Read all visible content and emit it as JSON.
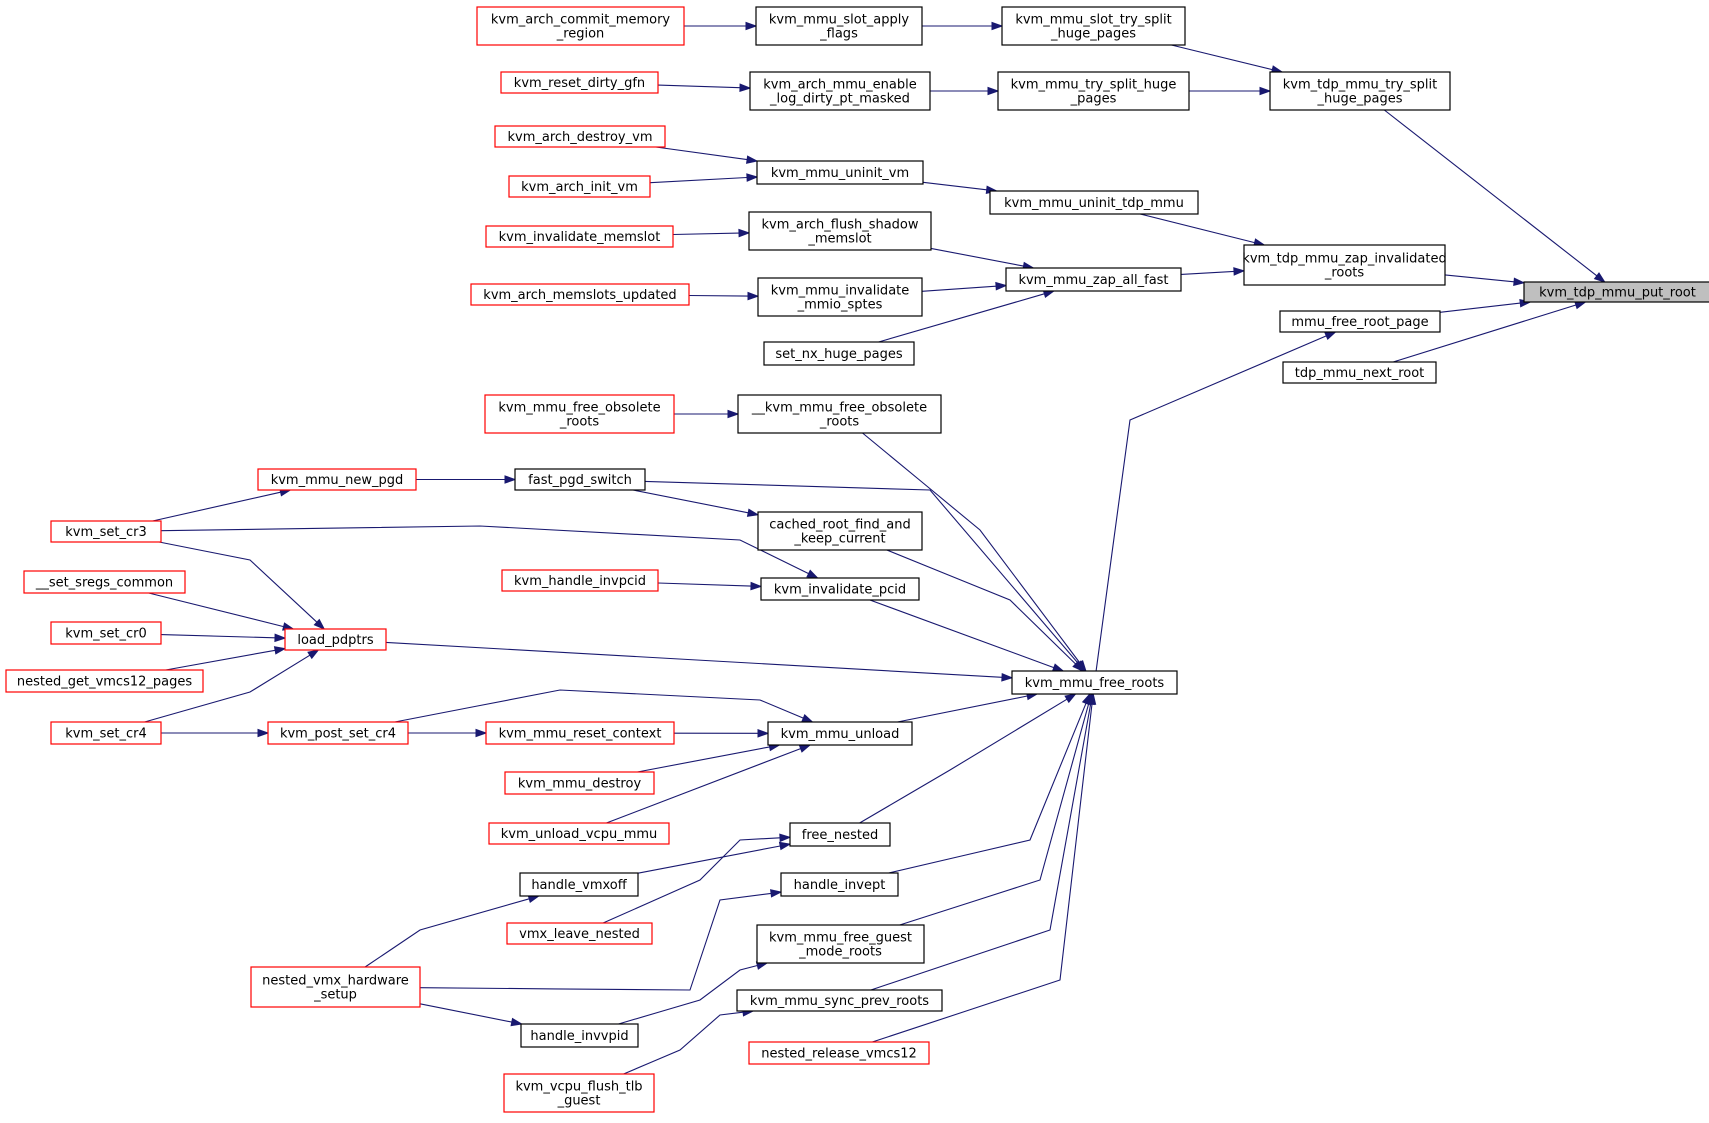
{
  "title": "kvm_tdp_mmu_put_root",
  "colors": {
    "edge": "#191970",
    "documented_border": "#000000",
    "undocumented_border": "#ff0000",
    "root_fill": "#bfbfbf",
    "node_fill": "#ffffff"
  },
  "nodes": {
    "put_root": {
      "lines": [
        "kvm_tdp_mmu_put_root"
      ],
      "kind": "root"
    },
    "tdp_split": {
      "lines": [
        "kvm_tdp_mmu_try_split",
        "_huge_pages"
      ],
      "kind": "black"
    },
    "zap_inv": {
      "lines": [
        "kvm_tdp_mmu_zap_invalidated",
        "_roots"
      ],
      "kind": "black"
    },
    "free_root_page": {
      "lines": [
        "mmu_free_root_page"
      ],
      "kind": "black"
    },
    "next_root": {
      "lines": [
        "tdp_mmu_next_root"
      ],
      "kind": "black"
    },
    "slot_try_split": {
      "lines": [
        "kvm_mmu_slot_try_split",
        "_huge_pages"
      ],
      "kind": "black"
    },
    "try_split": {
      "lines": [
        "kvm_mmu_try_split_huge",
        "_pages"
      ],
      "kind": "black"
    },
    "uninit_tdp": {
      "lines": [
        "kvm_mmu_uninit_tdp_mmu"
      ],
      "kind": "black"
    },
    "zap_all_fast": {
      "lines": [
        "kvm_mmu_zap_all_fast"
      ],
      "kind": "black"
    },
    "free_roots": {
      "lines": [
        "kvm_mmu_free_roots"
      ],
      "kind": "black"
    },
    "slot_apply": {
      "lines": [
        "kvm_mmu_slot_apply",
        "_flags"
      ],
      "kind": "black"
    },
    "enable_log": {
      "lines": [
        "kvm_arch_mmu_enable",
        "_log_dirty_pt_masked"
      ],
      "kind": "black"
    },
    "uninit_vm": {
      "lines": [
        "kvm_mmu_uninit_vm"
      ],
      "kind": "black"
    },
    "flush_shadow": {
      "lines": [
        "kvm_arch_flush_shadow",
        "_memslot"
      ],
      "kind": "black"
    },
    "inv_mmio": {
      "lines": [
        "kvm_mmu_invalidate",
        "_mmio_sptes"
      ],
      "kind": "black"
    },
    "set_nx": {
      "lines": [
        "set_nx_huge_pages"
      ],
      "kind": "black"
    },
    "free_obs_inner": {
      "lines": [
        "__kvm_mmu_free_obsolete",
        "_roots"
      ],
      "kind": "black"
    },
    "fast_pgd": {
      "lines": [
        "fast_pgd_switch"
      ],
      "kind": "black"
    },
    "cached_root": {
      "lines": [
        "cached_root_find_and",
        "_keep_current"
      ],
      "kind": "black"
    },
    "inv_pcid": {
      "lines": [
        "kvm_invalidate_pcid"
      ],
      "kind": "black"
    },
    "unload": {
      "lines": [
        "kvm_mmu_unload"
      ],
      "kind": "black"
    },
    "free_nested": {
      "lines": [
        "free_nested"
      ],
      "kind": "black"
    },
    "handle_invept": {
      "lines": [
        "handle_invept"
      ],
      "kind": "black"
    },
    "free_guest": {
      "lines": [
        "kvm_mmu_free_guest",
        "_mode_roots"
      ],
      "kind": "black"
    },
    "sync_prev": {
      "lines": [
        "kvm_mmu_sync_prev_roots"
      ],
      "kind": "black"
    },
    "handle_vmxoff": {
      "lines": [
        "handle_vmxoff"
      ],
      "kind": "black"
    },
    "handle_invvpid": {
      "lines": [
        "handle_invvpid"
      ],
      "kind": "black"
    },
    "commit_mem": {
      "lines": [
        "kvm_arch_commit_memory",
        "_region"
      ],
      "kind": "red"
    },
    "reset_dirty": {
      "lines": [
        "kvm_reset_dirty_gfn"
      ],
      "kind": "red"
    },
    "destroy_vm": {
      "lines": [
        "kvm_arch_destroy_vm"
      ],
      "kind": "red"
    },
    "init_vm": {
      "lines": [
        "kvm_arch_init_vm"
      ],
      "kind": "red"
    },
    "inv_memslot": {
      "lines": [
        "kvm_invalidate_memslot"
      ],
      "kind": "red"
    },
    "memslots_upd": {
      "lines": [
        "kvm_arch_memslots_updated"
      ],
      "kind": "red"
    },
    "free_obsolete": {
      "lines": [
        "kvm_mmu_free_obsolete",
        "_roots"
      ],
      "kind": "red"
    },
    "new_pgd": {
      "lines": [
        "kvm_mmu_new_pgd"
      ],
      "kind": "red"
    },
    "handle_invpcid": {
      "lines": [
        "kvm_handle_invpcid"
      ],
      "kind": "red"
    },
    "reset_ctx": {
      "lines": [
        "kvm_mmu_reset_context"
      ],
      "kind": "red"
    },
    "mmu_destroy": {
      "lines": [
        "kvm_mmu_destroy"
      ],
      "kind": "red"
    },
    "unload_vcpu": {
      "lines": [
        "kvm_unload_vcpu_mmu"
      ],
      "kind": "red"
    },
    "vmx_leave": {
      "lines": [
        "vmx_leave_nested"
      ],
      "kind": "red"
    },
    "nested_release": {
      "lines": [
        "nested_release_vmcs12"
      ],
      "kind": "red"
    },
    "flush_tlb": {
      "lines": [
        "kvm_vcpu_flush_tlb",
        "_guest"
      ],
      "kind": "red"
    },
    "load_pdptrs": {
      "lines": [
        "load_pdptrs"
      ],
      "kind": "red"
    },
    "post_cr4": {
      "lines": [
        "kvm_post_set_cr4"
      ],
      "kind": "red"
    },
    "nested_hw": {
      "lines": [
        "nested_vmx_hardware",
        "_setup"
      ],
      "kind": "red"
    },
    "set_cr3": {
      "lines": [
        "kvm_set_cr3"
      ],
      "kind": "red"
    },
    "set_sregs": {
      "lines": [
        "__set_sregs_common"
      ],
      "kind": "red"
    },
    "set_cr0": {
      "lines": [
        "kvm_set_cr0"
      ],
      "kind": "red"
    },
    "get_vmcs12": {
      "lines": [
        "nested_get_vmcs12_pages"
      ],
      "kind": "red"
    },
    "set_cr4": {
      "lines": [
        "kvm_set_cr4"
      ],
      "kind": "red"
    }
  },
  "edges": [
    [
      "tdp_split",
      "put_root"
    ],
    [
      "zap_inv",
      "put_root"
    ],
    [
      "free_root_page",
      "put_root"
    ],
    [
      "next_root",
      "put_root"
    ],
    [
      "slot_try_split",
      "tdp_split"
    ],
    [
      "try_split",
      "tdp_split"
    ],
    [
      "uninit_tdp",
      "zap_inv"
    ],
    [
      "zap_all_fast",
      "zap_inv"
    ],
    [
      "free_roots",
      "free_root_page"
    ],
    [
      "slot_apply",
      "slot_try_split"
    ],
    [
      "enable_log",
      "try_split"
    ],
    [
      "uninit_vm",
      "uninit_tdp"
    ],
    [
      "flush_shadow",
      "zap_all_fast"
    ],
    [
      "inv_mmio",
      "zap_all_fast"
    ],
    [
      "set_nx",
      "zap_all_fast"
    ],
    [
      "free_obs_inner",
      "free_roots"
    ],
    [
      "fast_pgd",
      "free_roots"
    ],
    [
      "cached_root",
      "free_roots"
    ],
    [
      "inv_pcid",
      "free_roots"
    ],
    [
      "load_pdptrs",
      "free_roots"
    ],
    [
      "unload",
      "free_roots"
    ],
    [
      "free_nested",
      "free_roots"
    ],
    [
      "handle_invept",
      "free_roots"
    ],
    [
      "free_guest",
      "free_roots"
    ],
    [
      "sync_prev",
      "free_roots"
    ],
    [
      "nested_release",
      "free_roots"
    ],
    [
      "commit_mem",
      "slot_apply"
    ],
    [
      "reset_dirty",
      "enable_log"
    ],
    [
      "destroy_vm",
      "uninit_vm"
    ],
    [
      "init_vm",
      "uninit_vm"
    ],
    [
      "inv_memslot",
      "flush_shadow"
    ],
    [
      "memslots_upd",
      "inv_mmio"
    ],
    [
      "free_obsolete",
      "free_obs_inner"
    ],
    [
      "new_pgd",
      "fast_pgd"
    ],
    [
      "fast_pgd",
      "cached_root"
    ],
    [
      "handle_invpcid",
      "inv_pcid"
    ],
    [
      "set_cr3",
      "inv_pcid"
    ],
    [
      "reset_ctx",
      "unload"
    ],
    [
      "mmu_destroy",
      "unload"
    ],
    [
      "unload_vcpu",
      "unload"
    ],
    [
      "post_cr4",
      "unload"
    ],
    [
      "handle_vmxoff",
      "free_nested"
    ],
    [
      "vmx_leave",
      "free_nested"
    ],
    [
      "nested_hw",
      "handle_invept"
    ],
    [
      "handle_invvpid",
      "free_guest"
    ],
    [
      "flush_tlb",
      "sync_prev"
    ],
    [
      "nested_hw",
      "handle_vmxoff"
    ],
    [
      "nested_hw",
      "handle_invvpid"
    ],
    [
      "set_cr3",
      "new_pgd"
    ],
    [
      "post_cr4",
      "reset_ctx"
    ],
    [
      "set_cr4",
      "post_cr4"
    ],
    [
      "set_cr3",
      "load_pdptrs"
    ],
    [
      "set_sregs",
      "load_pdptrs"
    ],
    [
      "set_cr0",
      "load_pdptrs"
    ],
    [
      "get_vmcs12",
      "load_pdptrs"
    ],
    [
      "set_cr4",
      "load_pdptrs"
    ]
  ]
}
